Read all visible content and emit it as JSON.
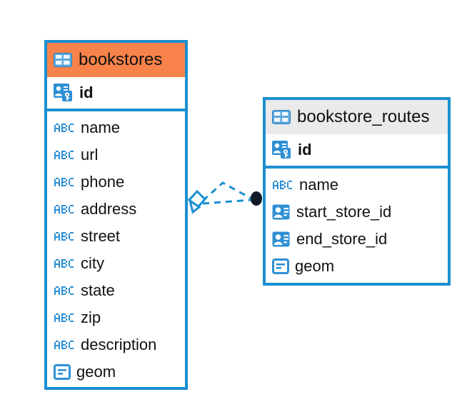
{
  "diagram": {
    "type": "entity-relationship-diagram",
    "background_color": "#ffffff",
    "accent_color": "#1b8fd1",
    "highlight_color": "#f8834a"
  },
  "entities": [
    {
      "name": "bookstores",
      "header_style": "orange",
      "header_color": "#f8834a",
      "table_icon": "table-icon",
      "primary_key": {
        "label": "id",
        "icon": "primary-key-icon"
      },
      "fields": [
        {
          "label": "name",
          "icon": "abc-text-icon"
        },
        {
          "label": "url",
          "icon": "abc-text-icon"
        },
        {
          "label": "phone",
          "icon": "abc-text-icon"
        },
        {
          "label": "address",
          "icon": "abc-text-icon"
        },
        {
          "label": "street",
          "icon": "abc-text-icon"
        },
        {
          "label": "city",
          "icon": "abc-text-icon"
        },
        {
          "label": "state",
          "icon": "abc-text-icon"
        },
        {
          "label": "zip",
          "icon": "abc-text-icon"
        },
        {
          "label": "description",
          "icon": "abc-text-icon"
        },
        {
          "label": "geom",
          "icon": "geometry-icon"
        }
      ]
    },
    {
      "name": "bookstore_routes",
      "header_style": "grey",
      "header_color": "#eaeaea",
      "table_icon": "table-icon",
      "primary_key": {
        "label": "id",
        "icon": "primary-key-icon"
      },
      "fields": [
        {
          "label": "name",
          "icon": "abc-text-icon"
        },
        {
          "label": "start_store_id",
          "icon": "foreign-key-icon"
        },
        {
          "label": "end_store_id",
          "icon": "foreign-key-icon"
        },
        {
          "label": "geom",
          "icon": "geometry-icon"
        }
      ]
    }
  ],
  "relationship": {
    "style": "dashed",
    "color": "#1b8fd1",
    "source_endpoint": "diamond-marker",
    "target_endpoint": "filled-circle-marker",
    "target_endpoint_color": "#111827",
    "connections": 2
  }
}
